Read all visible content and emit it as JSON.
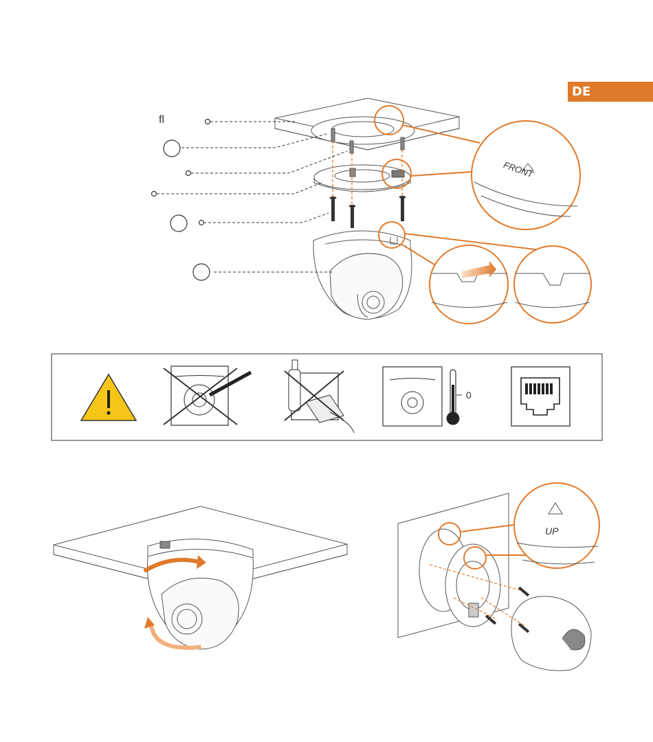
{
  "lang_tab": "DE",
  "labels": {
    "fl_text": "fl",
    "thermo_value": "0",
    "front_mark": "FRONT",
    "up_mark": "UP"
  },
  "colors": {
    "accent": "#e07a2b",
    "line": "#333333",
    "warning_yellow": "#f5c518"
  }
}
